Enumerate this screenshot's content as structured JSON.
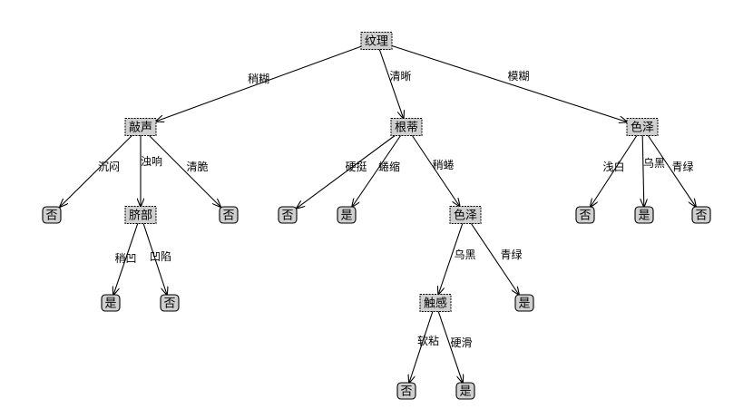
{
  "tree": {
    "nodes": {
      "root": {
        "label": "纹理",
        "kind": "decision"
      },
      "qiaosheng": {
        "label": "敲声",
        "kind": "decision"
      },
      "gendi": {
        "label": "根蒂",
        "kind": "decision"
      },
      "sezeR": {
        "label": "色泽",
        "kind": "decision"
      },
      "leaf_a": {
        "label": "否",
        "kind": "leaf"
      },
      "qibu": {
        "label": "脐部",
        "kind": "decision"
      },
      "leaf_b": {
        "label": "否",
        "kind": "leaf"
      },
      "leaf_c": {
        "label": "是",
        "kind": "leaf"
      },
      "leaf_d": {
        "label": "否",
        "kind": "leaf"
      },
      "leaf_e": {
        "label": "否",
        "kind": "leaf"
      },
      "leaf_f": {
        "label": "是",
        "kind": "leaf"
      },
      "sezeM": {
        "label": "色泽",
        "kind": "decision"
      },
      "leaf_g": {
        "label": "否",
        "kind": "leaf"
      },
      "leaf_h": {
        "label": "是",
        "kind": "leaf"
      },
      "leaf_i": {
        "label": "否",
        "kind": "leaf"
      },
      "chugan": {
        "label": "触感",
        "kind": "decision"
      },
      "leaf_j": {
        "label": "是",
        "kind": "leaf"
      },
      "leaf_k": {
        "label": "否",
        "kind": "leaf"
      },
      "leaf_l": {
        "label": "是",
        "kind": "leaf"
      }
    },
    "edges": [
      {
        "from": "root",
        "to": "qiaosheng",
        "label": "稍糊"
      },
      {
        "from": "root",
        "to": "gendi",
        "label": "清晰"
      },
      {
        "from": "root",
        "to": "sezeR",
        "label": "模糊"
      },
      {
        "from": "qiaosheng",
        "to": "leaf_a",
        "label": "沉闷"
      },
      {
        "from": "qiaosheng",
        "to": "qibu",
        "label": "浊响"
      },
      {
        "from": "qiaosheng",
        "to": "leaf_b",
        "label": "清脆"
      },
      {
        "from": "qibu",
        "to": "leaf_c",
        "label": "稍凹"
      },
      {
        "from": "qibu",
        "to": "leaf_d",
        "label": "凹陷"
      },
      {
        "from": "gendi",
        "to": "leaf_e",
        "label": "硬挺"
      },
      {
        "from": "gendi",
        "to": "leaf_f",
        "label": "蜷缩"
      },
      {
        "from": "gendi",
        "to": "sezeM",
        "label": "稍蜷"
      },
      {
        "from": "sezeM",
        "to": "chugan",
        "label": "乌黑"
      },
      {
        "from": "sezeM",
        "to": "leaf_j",
        "label": "青绿"
      },
      {
        "from": "chugan",
        "to": "leaf_k",
        "label": "软粘"
      },
      {
        "from": "chugan",
        "to": "leaf_l",
        "label": "硬滑"
      },
      {
        "from": "sezeR",
        "to": "leaf_g",
        "label": "浅白"
      },
      {
        "from": "sezeR",
        "to": "leaf_h",
        "label": "乌黑"
      },
      {
        "from": "sezeR",
        "to": "leaf_i",
        "label": "青绿"
      }
    ]
  }
}
